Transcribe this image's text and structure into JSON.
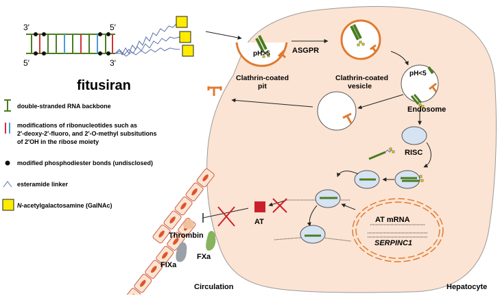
{
  "colors": {
    "cell_fill": "#fbe4d3",
    "membrane": "#e07a2f",
    "rna_green": "#4a7c20",
    "mod_red": "#d0313b",
    "mod_blue": "#4a9ad6",
    "galnac_yellow": "#ffec00",
    "risc_blue": "#d6e3f2",
    "thrombin": "#f2c29e",
    "fxa": "#86b35b",
    "fixa": "#9aa0a8",
    "at_red": "#c9212b"
  },
  "labels": {
    "strand_3_top": "3′",
    "strand_5_top": "5′",
    "strand_5_bottom": "5′",
    "strand_3_bottom": "3′",
    "drug_name": "fitusiran",
    "ph_high": "pH>5",
    "asgpr": "ASGPR",
    "clathrin_pit_l1": "Clathrin-coated",
    "clathrin_pit_l2": "pit",
    "clathrin_vesicle_l1": "Clathrin-coated",
    "clathrin_vesicle_l2": "vesicle",
    "ph_low": "pH<5",
    "endosome": "Endosome",
    "risc": "RISC",
    "at": "AT",
    "at_mrna": "AT mRNA",
    "serpinc1": "SERPINC1",
    "thrombin": "Thrombin",
    "fxa": "FXa",
    "fixa": "FIXa",
    "circulation": "Circulation",
    "hepatocyte": "Hepatocyte"
  },
  "legend": [
    {
      "icon": "rna-backbone-icon",
      "text": [
        "double-stranded RNA backbone"
      ]
    },
    {
      "icon": "modification-bars-icon",
      "text": [
        "modifications of ribonucleotides such as",
        "2′-deoxy-2′-fluoro, and 2′-O-methyl subsitutions",
        "of 2′OH in the ribose moiety"
      ]
    },
    {
      "icon": "phosphodiester-dot-icon",
      "text": [
        "modified phosphodiester bonds (undisclosed)"
      ]
    },
    {
      "icon": "esteramide-linker-icon",
      "text": [
        "esteramide linker"
      ]
    },
    {
      "icon": "galnac-square-icon",
      "text_italic": "N",
      "text": [
        "-acetylgalactosamine (GalNAc)"
      ]
    }
  ]
}
